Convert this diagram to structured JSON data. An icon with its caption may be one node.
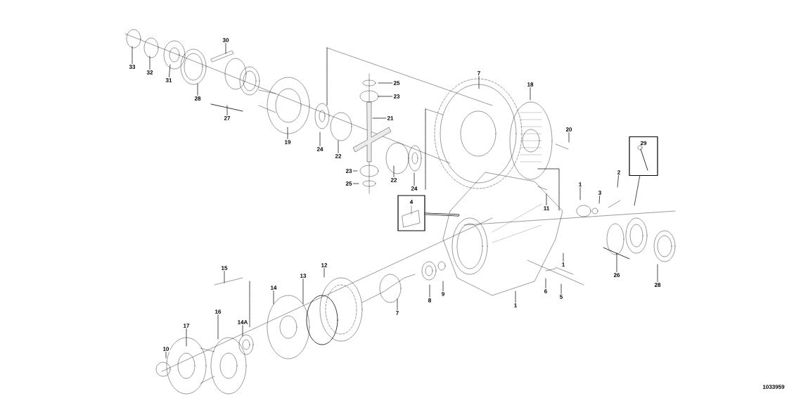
{
  "diagram": {
    "nodes": [
      {
        "text": [
          "33"
        ]
      },
      {
        "text": [
          "32"
        ]
      },
      {
        "text": [
          "31"
        ]
      },
      {
        "text": [
          "30"
        ]
      },
      {
        "text": [
          "28"
        ]
      },
      {
        "text": [
          "27"
        ]
      },
      {
        "text": [
          "19"
        ]
      },
      {
        "text": [
          "24"
        ]
      },
      {
        "text": [
          "22"
        ]
      },
      {
        "text": [
          "25"
        ]
      },
      {
        "text": [
          "23"
        ]
      },
      {
        "text": [
          "21"
        ]
      },
      {
        "text": [
          "7"
        ]
      },
      {
        "text": [
          "22"
        ]
      },
      {
        "text": [
          "23"
        ]
      },
      {
        "text": [
          "24"
        ]
      },
      {
        "text": [
          "25"
        ]
      },
      {
        "text": [
          "18"
        ]
      },
      {
        "text": [
          "20"
        ]
      },
      {
        "text": [
          "4"
        ]
      },
      {
        "text": [
          "29"
        ]
      },
      {
        "text": [
          "1"
        ]
      },
      {
        "text": [
          "3"
        ]
      },
      {
        "text": [
          "2"
        ]
      },
      {
        "text": [
          "11"
        ]
      },
      {
        "text": [
          "26"
        ]
      },
      {
        "text": [
          "28"
        ]
      },
      {
        "text": [
          "15"
        ]
      },
      {
        "text": [
          "14"
        ]
      },
      {
        "text": [
          "13"
        ]
      },
      {
        "text": [
          "12"
        ]
      },
      {
        "text": [
          "1"
        ]
      },
      {
        "text": [
          "14A"
        ]
      },
      {
        "text": [
          "16"
        ]
      },
      {
        "text": [
          "7"
        ]
      },
      {
        "text": [
          "8"
        ]
      },
      {
        "text": [
          "9"
        ]
      },
      {
        "text": [
          "1"
        ]
      },
      {
        "text": [
          "6"
        ]
      },
      {
        "text": [
          "5"
        ]
      },
      {
        "text": [
          "17"
        ]
      },
      {
        "text": [
          "10"
        ]
      }
    ],
    "edges": [
      {
        "from": 0,
        "to": null,
        "arrow": "none"
      },
      {
        "from": 1,
        "to": null,
        "arrow": "none"
      },
      {
        "from": 2,
        "to": null,
        "arrow": "none"
      },
      {
        "from": 3,
        "to": null,
        "arrow": "none"
      },
      {
        "from": 4,
        "to": null,
        "arrow": "none"
      },
      {
        "from": 5,
        "to": null,
        "arrow": "none"
      },
      {
        "from": 6,
        "to": null,
        "arrow": "none"
      },
      {
        "from": 7,
        "to": null,
        "arrow": "none"
      },
      {
        "from": 8,
        "to": null,
        "arrow": "none"
      },
      {
        "from": 9,
        "to": null,
        "arrow": "none"
      },
      {
        "from": 10,
        "to": null,
        "arrow": "none"
      },
      {
        "from": 11,
        "to": null,
        "arrow": "none"
      },
      {
        "from": 12,
        "to": null,
        "arrow": "none"
      },
      {
        "from": 13,
        "to": null,
        "arrow": "none"
      },
      {
        "from": 14,
        "to": null,
        "arrow": "none"
      },
      {
        "from": 15,
        "to": null,
        "arrow": "none"
      },
      {
        "from": 16,
        "to": null,
        "arrow": "none"
      },
      {
        "from": 17,
        "to": null,
        "arrow": "none"
      },
      {
        "from": 18,
        "to": null,
        "arrow": "none"
      },
      {
        "from": 19,
        "to": null,
        "arrow": "none",
        "style": "thick"
      },
      {
        "from": 20,
        "to": null,
        "arrow": "none"
      },
      {
        "from": 21,
        "to": null,
        "arrow": "none"
      },
      {
        "from": 22,
        "to": null,
        "arrow": "none"
      },
      {
        "from": 23,
        "to": null,
        "arrow": "none"
      },
      {
        "from": 24,
        "to": null,
        "arrow": "none"
      },
      {
        "from": 25,
        "to": null,
        "arrow": "none"
      },
      {
        "from": 26,
        "to": null,
        "arrow": "none"
      },
      {
        "from": 27,
        "to": null,
        "arrow": "none"
      },
      {
        "from": 28,
        "to": null,
        "arrow": "none"
      },
      {
        "from": 29,
        "to": null,
        "arrow": "none"
      },
      {
        "from": 30,
        "to": null,
        "arrow": "none"
      },
      {
        "from": 31,
        "to": null,
        "arrow": "none"
      },
      {
        "from": 32,
        "to": null,
        "arrow": "none"
      },
      {
        "from": 33,
        "to": null,
        "arrow": "none"
      },
      {
        "from": 34,
        "to": null,
        "arrow": "none"
      },
      {
        "from": 35,
        "to": null,
        "arrow": "none"
      },
      {
        "from": 36,
        "to": null,
        "arrow": "none"
      },
      {
        "from": 37,
        "to": null,
        "arrow": "none"
      },
      {
        "from": 38,
        "to": null,
        "arrow": "none"
      },
      {
        "from": 39,
        "to": null,
        "arrow": "none"
      },
      {
        "from": 40,
        "to": null,
        "arrow": "none"
      },
      {
        "from": 41,
        "to": null,
        "arrow": "none"
      }
    ],
    "labels": [
      "1033959"
    ]
  }
}
